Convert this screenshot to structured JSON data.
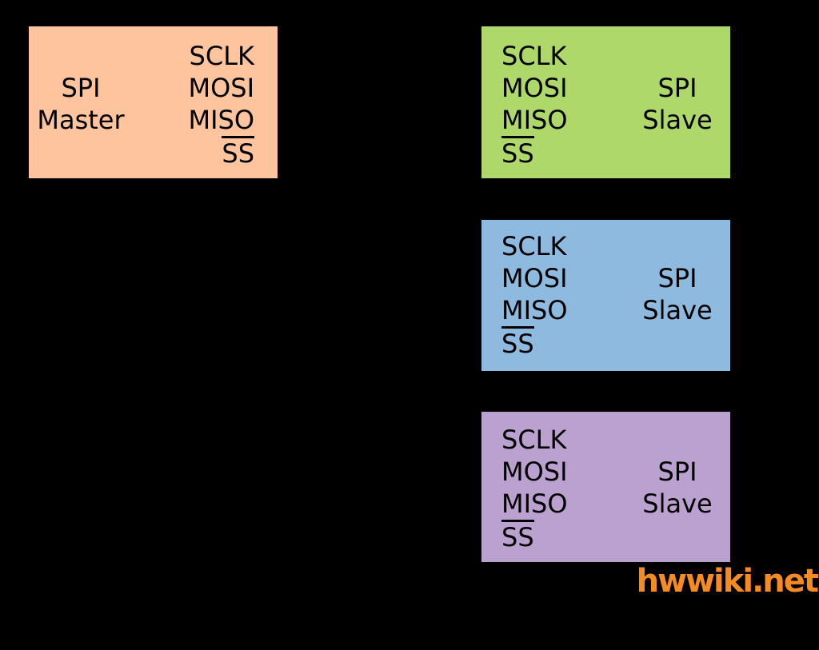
{
  "canvas": {
    "background": "#000000"
  },
  "master": {
    "color": "#FDC49E",
    "label": {
      "line1": "SPI",
      "line2": "Master"
    },
    "pins": [
      {
        "label": "SCLK",
        "overline": false
      },
      {
        "label": "MOSI",
        "overline": false
      },
      {
        "label": "MISO",
        "overline": false
      },
      {
        "label": "SS",
        "overline": true
      }
    ]
  },
  "slaves": [
    {
      "color": "#AED869",
      "label": {
        "line1": "SPI",
        "line2": "Slave"
      },
      "pins": [
        {
          "label": "SCLK",
          "overline": false
        },
        {
          "label": "MOSI",
          "overline": false
        },
        {
          "label": "MISO",
          "overline": false
        },
        {
          "label": "SS",
          "overline": true
        }
      ]
    },
    {
      "color": "#8FBADF",
      "label": {
        "line1": "SPI",
        "line2": "Slave"
      },
      "pins": [
        {
          "label": "SCLK",
          "overline": false
        },
        {
          "label": "MOSI",
          "overline": false
        },
        {
          "label": "MISO",
          "overline": false
        },
        {
          "label": "SS",
          "overline": true
        }
      ]
    },
    {
      "color": "#BBA1D0",
      "label": {
        "line1": "SPI",
        "line2": "Slave"
      },
      "pins": [
        {
          "label": "SCLK",
          "overline": false
        },
        {
          "label": "MOSI",
          "overline": false
        },
        {
          "label": "MISO",
          "overline": false
        },
        {
          "label": "SS",
          "overline": true
        }
      ]
    }
  ],
  "watermark": {
    "text": "hwwiki.net",
    "color": "#F68B20"
  }
}
